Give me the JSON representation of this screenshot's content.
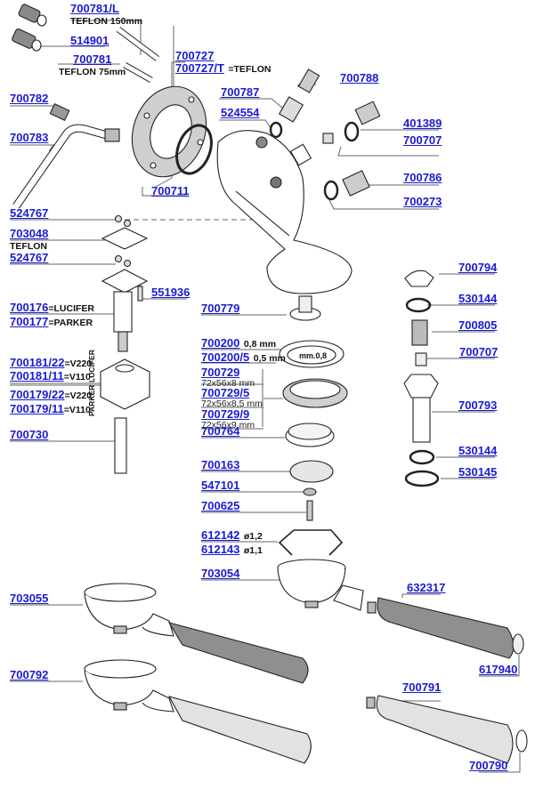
{
  "diagram": {
    "type": "exploded-parts-diagram",
    "subject": "Espresso machine group head, solenoid valve and portafilters"
  },
  "colors": {
    "part_number": "#1a1ad4",
    "line": "#555555",
    "grip_dark": "#8f8f8f",
    "grip_light": "#e2e2e2",
    "gasket": "#c8c8c8"
  },
  "labels": {
    "l700781L": {
      "pn": "700781/L",
      "note": "TEFLON 150mm"
    },
    "l514901": {
      "pn": "514901"
    },
    "l700781": {
      "pn": "700781",
      "note": "TEFLON 75mm"
    },
    "l700727": {
      "pn": "700727"
    },
    "l700727T": {
      "pn": "700727/T",
      "note": "=TEFLON"
    },
    "l700788": {
      "pn": "700788"
    },
    "l700787": {
      "pn": "700787"
    },
    "l524554": {
      "pn": "524554"
    },
    "l401389": {
      "pn": "401389"
    },
    "l700707a": {
      "pn": "700707"
    },
    "l700782": {
      "pn": "700782"
    },
    "l700783": {
      "pn": "700783"
    },
    "l700786": {
      "pn": "700786"
    },
    "l700273": {
      "pn": "700273"
    },
    "l700711": {
      "pn": "700711"
    },
    "l524767a": {
      "pn": "524767"
    },
    "l703048": {
      "pn": "703048",
      "note": "TEFLON"
    },
    "l524767b": {
      "pn": "524767"
    },
    "l551936": {
      "pn": "551936"
    },
    "l700176": {
      "pn": "700176",
      "note": "=LUCIFER"
    },
    "l700177": {
      "pn": "700177",
      "note": "=PARKER"
    },
    "l700181_22": {
      "pn": "700181/22",
      "note": "=V220"
    },
    "l700181_11": {
      "pn": "700181/11",
      "note": "=V110"
    },
    "l700179_22": {
      "pn": "700179/22",
      "note": "=V220"
    },
    "l700179_11": {
      "pn": "700179/11",
      "note": "=V110"
    },
    "group_lucifer": "LUCIFER",
    "group_parker": "PARKER",
    "l700730": {
      "pn": "700730"
    },
    "l700779": {
      "pn": "700779"
    },
    "l700200": {
      "pn": "700200",
      "note": "0,8 mm"
    },
    "l700200_5": {
      "pn": "700200/5",
      "note": "0,5 mm"
    },
    "gasket_mark": "mm.0,8",
    "l700729": {
      "pn": "700729",
      "sub": "72x56x8 mm"
    },
    "l700729_5": {
      "pn": "700729/5",
      "sub": "72x56x8,5 mm"
    },
    "l700729_9": {
      "pn": "700729/9",
      "sub": "72x56x9 mm"
    },
    "l700764": {
      "pn": "700764"
    },
    "l700163": {
      "pn": "700163"
    },
    "l547101": {
      "pn": "547101"
    },
    "l700625": {
      "pn": "700625"
    },
    "l612142": {
      "pn": "612142",
      "note": "ø1,2"
    },
    "l612143": {
      "pn": "612143",
      "note": "ø1,1"
    },
    "l703054": {
      "pn": "703054"
    },
    "l700794": {
      "pn": "700794"
    },
    "l530144a": {
      "pn": "530144"
    },
    "l700805": {
      "pn": "700805"
    },
    "l700707b": {
      "pn": "700707"
    },
    "l700793": {
      "pn": "700793"
    },
    "l530144b": {
      "pn": "530144"
    },
    "l530145": {
      "pn": "530145"
    },
    "l703055": {
      "pn": "703055"
    },
    "l632317": {
      "pn": "632317"
    },
    "l617940": {
      "pn": "617940"
    },
    "l700792": {
      "pn": "700792"
    },
    "l700791": {
      "pn": "700791"
    },
    "l700790": {
      "pn": "700790"
    }
  }
}
